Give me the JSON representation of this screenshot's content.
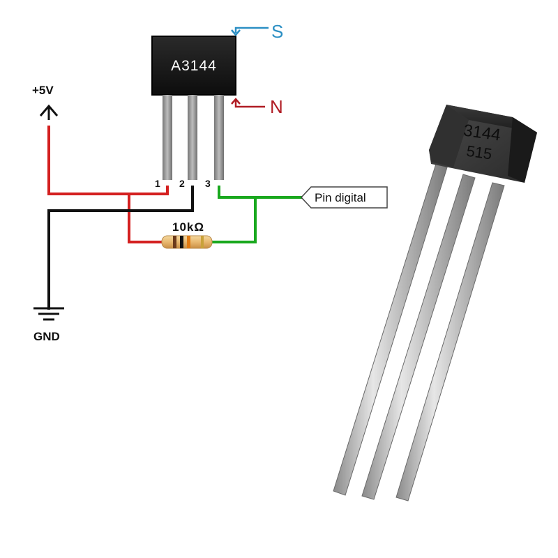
{
  "schematic": {
    "chip_label": "A3144",
    "pole_south": "S",
    "pole_north": "N",
    "supply_label": "+5V",
    "ground_label": "GND",
    "resistor_label": "10kΩ",
    "pin_labels": [
      "1",
      "2",
      "3"
    ],
    "output_label": "Pin digital",
    "wire_colors": {
      "vcc": "#d42020",
      "gnd": "#111111",
      "signal": "#19a81e"
    },
    "arrow_colors": {
      "south": "#2b8fc4",
      "north": "#b01c24"
    }
  },
  "photo": {
    "marking_line1": "3144",
    "marking_line2": "515"
  }
}
